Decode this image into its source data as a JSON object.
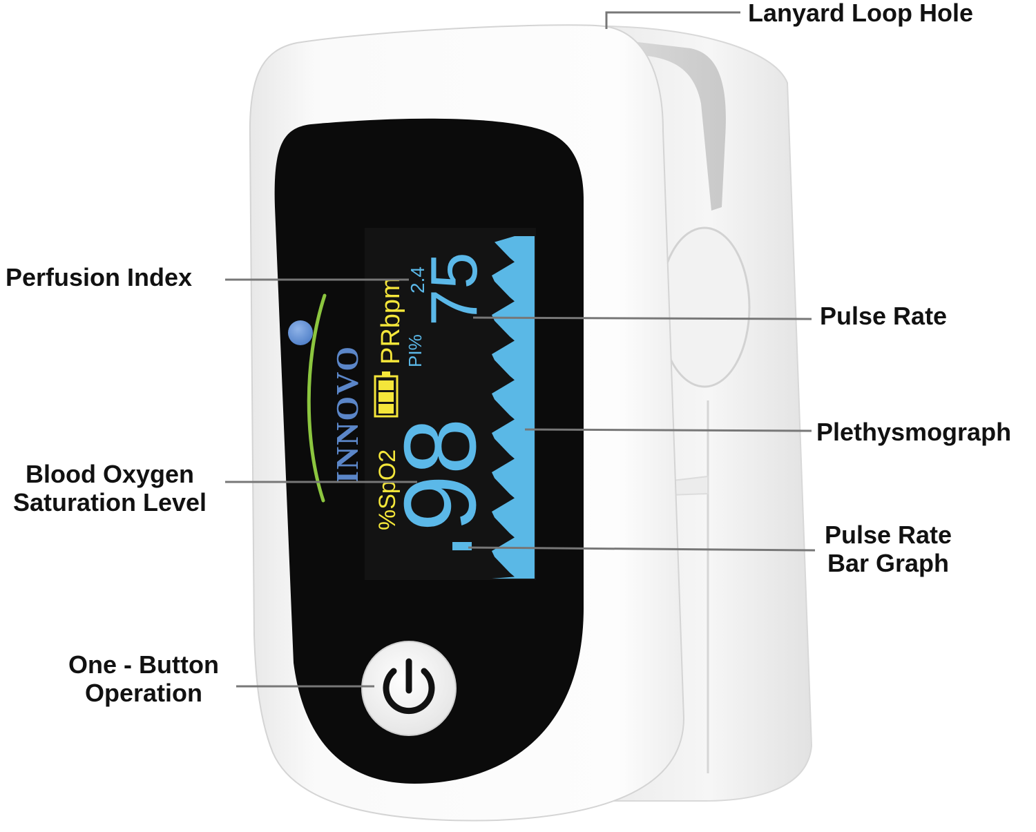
{
  "colors": {
    "screen_text_yellow": "#f4e63a",
    "screen_text_blue": "#5bb8e8",
    "wave_blue": "#5ab8e6",
    "logo_blue": "#5b86c8",
    "logo_green": "#8cc63f",
    "leader_line": "#777777"
  },
  "device": {
    "brand": "INNOVO",
    "spo2_label": "%SpO2",
    "spo2_value": "98",
    "pr_label": "PRbpm",
    "pr_value": "75",
    "pi_label": "PI%",
    "pi_value": "2.4",
    "battery_icon": "battery-full-icon",
    "power_icon": "power-icon"
  },
  "callouts": {
    "lanyard": [
      "Lanyard Loop Hole"
    ],
    "perfusion": [
      "Perfusion Index"
    ],
    "pulse_rate": [
      "Pulse Rate"
    ],
    "pleth": [
      "Plethysmograph"
    ],
    "spo2": [
      "Blood Oxygen",
      "Saturation Level"
    ],
    "bar_graph": [
      "Pulse Rate",
      "Bar Graph"
    ],
    "button": [
      "One - Button",
      "Operation"
    ]
  }
}
